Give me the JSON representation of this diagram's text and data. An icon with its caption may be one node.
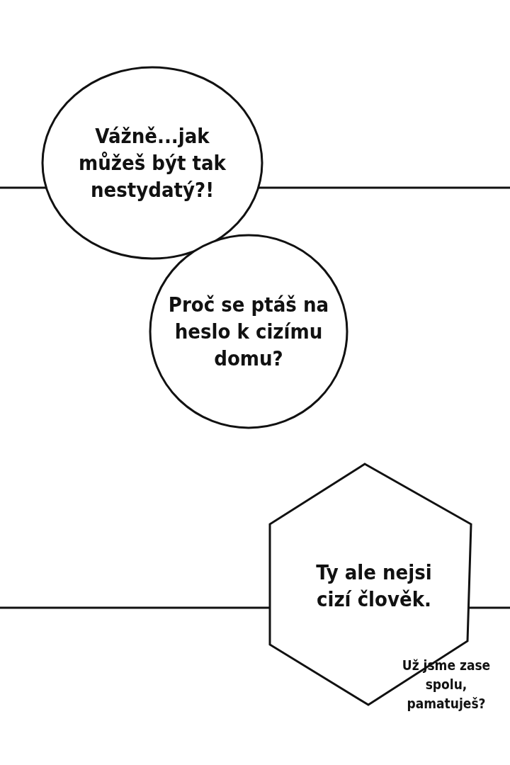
{
  "diagram": {
    "nodes": [
      {
        "text": [
          "Vážně...jak můžeš být tak nestydatý?!"
        ]
      },
      {
        "text": [
          "Proč se ptáš na heslo k cizímu domu?"
        ]
      },
      {
        "text": [
          "Ty ale nejsi cizí člověk."
        ]
      }
    ],
    "labels": [
      "Už jsme zase spolu, pamatuješ?"
    ]
  }
}
